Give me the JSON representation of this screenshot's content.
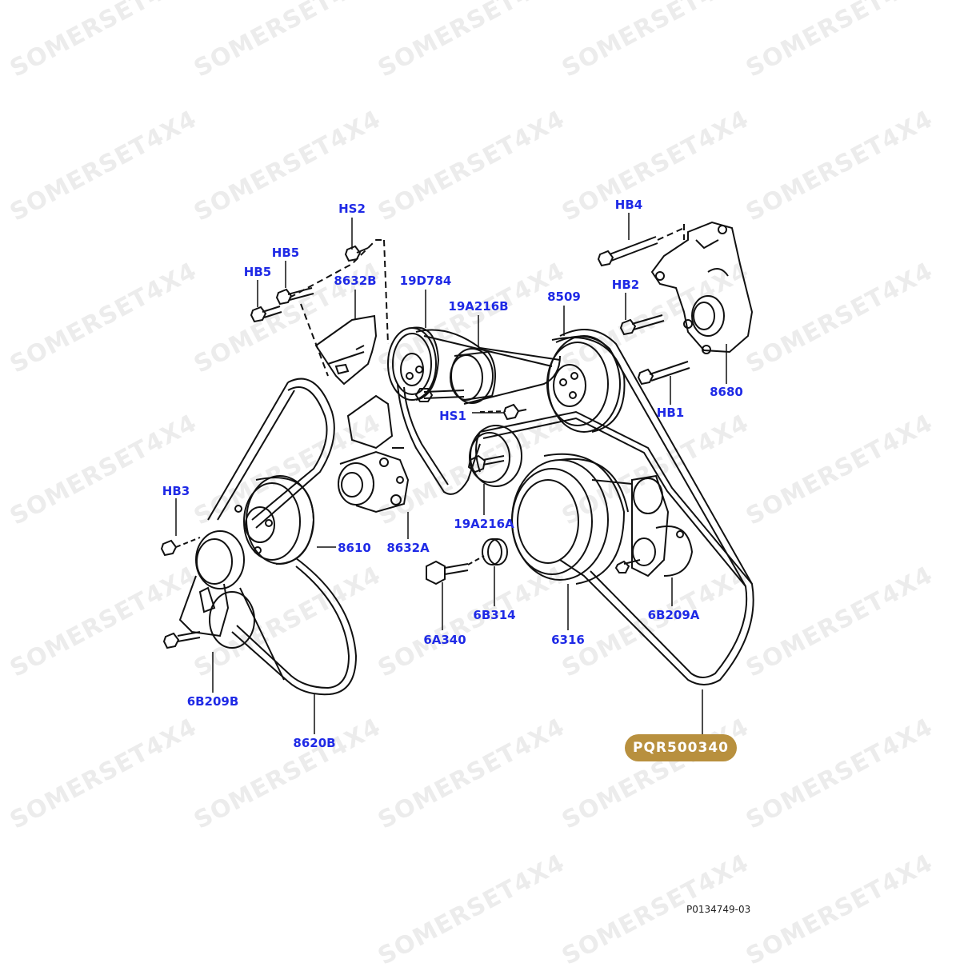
{
  "watermark": {
    "text": "SOMERSET4X4"
  },
  "part_number_badge": {
    "text": "PQR500340",
    "color": "#b8903e"
  },
  "illustration_ref": "P0134749-03",
  "callout_color": "#1f2ae6",
  "labels": [
    {
      "id": "hs2",
      "text": "HS2"
    },
    {
      "id": "hb5a",
      "text": "HB5"
    },
    {
      "id": "hb5b",
      "text": "HB5"
    },
    {
      "id": "p8632b",
      "text": "8632B"
    },
    {
      "id": "p19d784",
      "text": "19D784"
    },
    {
      "id": "p19a216b",
      "text": "19A216B"
    },
    {
      "id": "p8509",
      "text": "8509"
    },
    {
      "id": "hb4",
      "text": "HB4"
    },
    {
      "id": "hb2",
      "text": "HB2"
    },
    {
      "id": "p8680",
      "text": "8680"
    },
    {
      "id": "hb1",
      "text": "HB1"
    },
    {
      "id": "hs1",
      "text": "HS1"
    },
    {
      "id": "hb3",
      "text": "HB3"
    },
    {
      "id": "p8610",
      "text": "8610"
    },
    {
      "id": "p8632a",
      "text": "8632A"
    },
    {
      "id": "p19a216a",
      "text": "19A216A"
    },
    {
      "id": "p6b314",
      "text": "6B314"
    },
    {
      "id": "p6a340",
      "text": "6A340"
    },
    {
      "id": "p6316",
      "text": "6316"
    },
    {
      "id": "p6b209a",
      "text": "6B209A"
    },
    {
      "id": "p6b209b",
      "text": "6B209B"
    },
    {
      "id": "p8620b",
      "text": "8620B"
    }
  ]
}
